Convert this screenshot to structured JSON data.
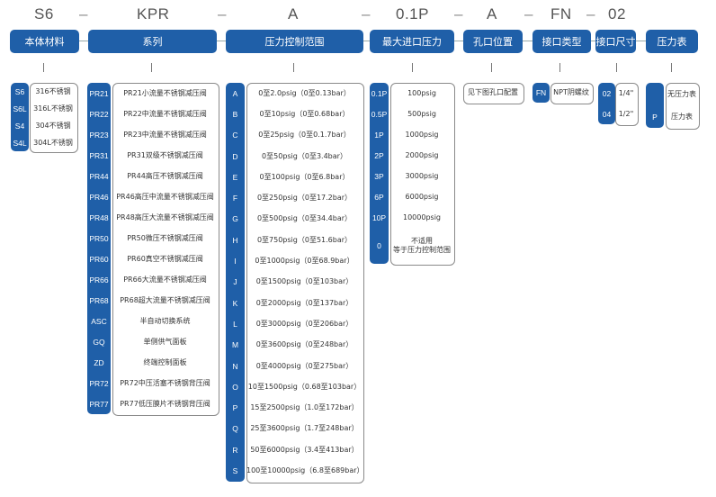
{
  "codes": [
    "S6",
    "KPR",
    "A",
    "0.1P",
    "A",
    "FN",
    "02"
  ],
  "dash": "–",
  "headers": [
    "本体材料",
    "系列",
    "压力控制范围",
    "最大进口压力",
    "孔口位置",
    "接口类型",
    "接口尺寸",
    "压力表"
  ],
  "material": [
    {
      "code": "S6",
      "desc": "316不锈钢"
    },
    {
      "code": "S6L",
      "desc": "316L不锈钢"
    },
    {
      "code": "S4",
      "desc": "304不锈钢"
    },
    {
      "code": "S4L",
      "desc": "304L不锈钢"
    }
  ],
  "series": [
    {
      "code": "PR21",
      "desc": "PR21小流量不锈钢减压阀"
    },
    {
      "code": "PR22",
      "desc": "PR22中流量不锈钢减压阀"
    },
    {
      "code": "PR23",
      "desc": "PR23中流量不锈钢减压阀"
    },
    {
      "code": "PR31",
      "desc": "PR31双级不锈钢减压阀"
    },
    {
      "code": "PR44",
      "desc": "PR44高压不锈钢减压阀"
    },
    {
      "code": "PR46",
      "desc": "PR46高压中流量不锈钢减压阀"
    },
    {
      "code": "PR48",
      "desc": "PR48高压大流量不锈钢减压阀"
    },
    {
      "code": "PR50",
      "desc": "PR50微压不锈钢减压阀"
    },
    {
      "code": "PR60",
      "desc": "PR60真空不锈钢减压阀"
    },
    {
      "code": "PR66",
      "desc": "PR66大流量不锈钢减压阀"
    },
    {
      "code": "PR68",
      "desc": "PR68超大流量不锈钢减压阀"
    },
    {
      "code": "ASC",
      "desc": "半自动切换系统"
    },
    {
      "code": "GQ",
      "desc": "单侧供气面板"
    },
    {
      "code": "ZD",
      "desc": "终端控制面板"
    },
    {
      "code": "PR72",
      "desc": "PR72中压活塞不锈钢背压阀"
    },
    {
      "code": "PR77",
      "desc": "PR77低压膜片不锈钢背压阀"
    }
  ],
  "pressure": [
    {
      "code": "A",
      "desc": "0至2.0psig（0至0.13bar）"
    },
    {
      "code": "B",
      "desc": "0至10psig（0至0.68bar）"
    },
    {
      "code": "C",
      "desc": "0至25psig（0至0.1.7bar）"
    },
    {
      "code": "D",
      "desc": "0至50psig（0至3.4bar）"
    },
    {
      "code": "E",
      "desc": "0至100psig（0至6.8bar）"
    },
    {
      "code": "F",
      "desc": "0至250psig（0至17.2bar）"
    },
    {
      "code": "G",
      "desc": "0至500psig（0至34.4bar）"
    },
    {
      "code": "H",
      "desc": "0至750psig（0至51.6bar）"
    },
    {
      "code": "I",
      "desc": "0至1000psig（0至68.9bar）"
    },
    {
      "code": "J",
      "desc": "0至1500psig（0至103bar）"
    },
    {
      "code": "K",
      "desc": "0至2000psig（0至137bar）"
    },
    {
      "code": "L",
      "desc": "0至3000psig（0至206bar）"
    },
    {
      "code": "M",
      "desc": "0至3600psig（0至248bar）"
    },
    {
      "code": "N",
      "desc": "0至4000psig（0至275bar）"
    },
    {
      "code": "O",
      "desc": "10至1500psig（0.68至103bar）"
    },
    {
      "code": "P",
      "desc": "15至2500psig（1.0至172bar）"
    },
    {
      "code": "Q",
      "desc": "25至3600psig（1.7至248bar）"
    },
    {
      "code": "R",
      "desc": "50至6000psig（3.4至413bar）"
    },
    {
      "code": "S",
      "desc": "100至10000psig（6.8至689bar）"
    }
  ],
  "inlet": [
    {
      "code": "0.1P",
      "desc": "100psig"
    },
    {
      "code": "0.5P",
      "desc": "500psig"
    },
    {
      "code": "1P",
      "desc": "1000psig"
    },
    {
      "code": "2P",
      "desc": "2000psig"
    },
    {
      "code": "3P",
      "desc": "3000psig"
    },
    {
      "code": "6P",
      "desc": "6000psig"
    },
    {
      "code": "10P",
      "desc": "10000psig"
    },
    {
      "code": "0",
      "desc": "不适用\n等于压力控制范围"
    }
  ],
  "port_position": "见下图孔口配置",
  "connection": {
    "code": "FN",
    "desc": "NPT阴螺纹"
  },
  "size": [
    {
      "code": "02",
      "desc": "1/4\""
    },
    {
      "code": "04",
      "desc": "1/2\""
    }
  ],
  "gauge": [
    {
      "code": "",
      "desc": "无压力表"
    },
    {
      "code": "P",
      "desc": "压力表"
    }
  ],
  "colors": {
    "accent": "#1f5fa8",
    "border": "#8a8a8a"
  }
}
